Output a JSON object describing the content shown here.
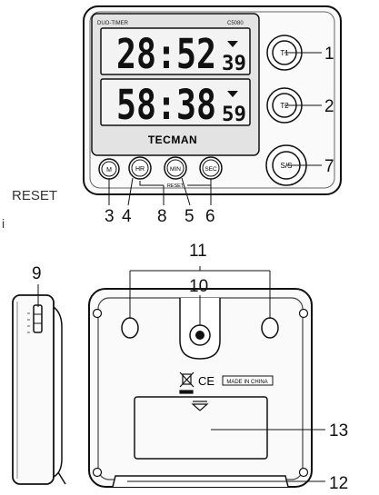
{
  "front": {
    "model_left": "DUO-TIMER",
    "model_right": "C5080",
    "timer1": {
      "main": "28:52",
      "small": "39"
    },
    "timer2": {
      "main": "58:38",
      "small": "59"
    },
    "brand": "TECMAN",
    "buttons": {
      "t1": "T1",
      "t2": "T2",
      "m": "M",
      "hr": "HR",
      "min": "MIN",
      "sec": "SEC",
      "ss": "S/S"
    },
    "reset_bracket": "RESET"
  },
  "side_label": "RESET",
  "side_fragment": "i",
  "back": {
    "plate": "MADE IN CHINA",
    "ce": "CE"
  },
  "callouts": {
    "n1": "1",
    "n2": "2",
    "n3": "3",
    "n4": "4",
    "n5": "5",
    "n6": "6",
    "n7": "7",
    "n8": "8",
    "n9": "9",
    "n10": "10",
    "n11": "11",
    "n12": "12",
    "n13": "13"
  }
}
